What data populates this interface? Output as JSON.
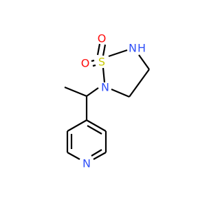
{
  "molecule": {
    "atoms": {
      "o_top": "O",
      "o_left": "O",
      "s": "S",
      "n_h": "N",
      "h": "H",
      "n_ring": "N",
      "n_pyr": "N"
    },
    "colors": {
      "bond": "#000000",
      "oxygen": "#ff0d0d",
      "sulfur": "#c8c800",
      "nitrogen": "#3050f8"
    }
  }
}
